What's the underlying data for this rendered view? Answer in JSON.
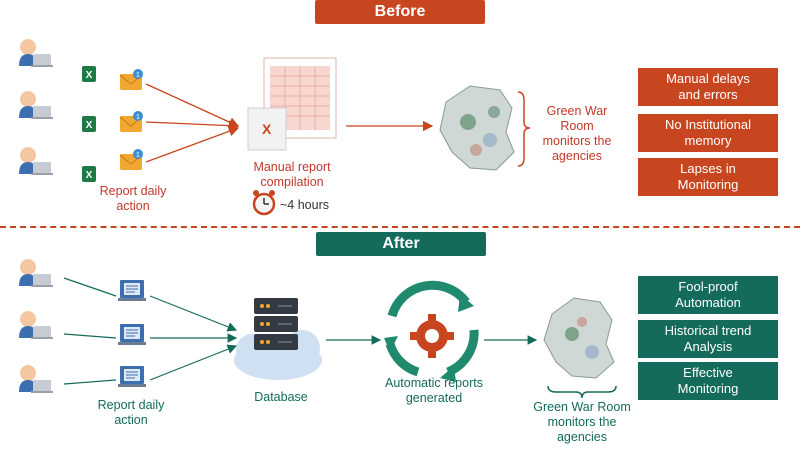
{
  "before": {
    "title": "Before",
    "report_label": "Report daily\naction",
    "compile_label": "Manual report\ncompilation",
    "time_label": "~4 hours",
    "monitor_label": "Green War\nRoom\nmonitors the\nagencies",
    "issues": [
      "Manual delays\nand errors",
      "No Institutional\nmemory",
      "Lapses in\nMonitoring"
    ]
  },
  "after": {
    "title": "After",
    "report_label": "Report daily\naction",
    "database_label": "Database",
    "auto_label": "Automatic reports\ngenerated",
    "monitor_label": "Green War Room\nmonitors the\nagencies",
    "benefits": [
      "Fool-proof\nAutomation",
      "Historical trend\nAnalysis",
      "Effective\nMonitoring"
    ]
  },
  "colors": {
    "red": "#c8461f",
    "teal": "#146a5b",
    "email": "#f0a830",
    "excel": "#1d7a45",
    "laptop_blue": "#3d6fb0",
    "server": "#333a44",
    "cloud": "#cfe0f2"
  },
  "icons": [
    "person-icon",
    "excel-icon",
    "email-icon",
    "report-sheet-icon",
    "alarm-clock-icon",
    "map-icon",
    "laptop-document-icon",
    "database-server-icon",
    "cloud-icon",
    "cycle-arrows-icon",
    "gear-icon",
    "brace-icon"
  ]
}
